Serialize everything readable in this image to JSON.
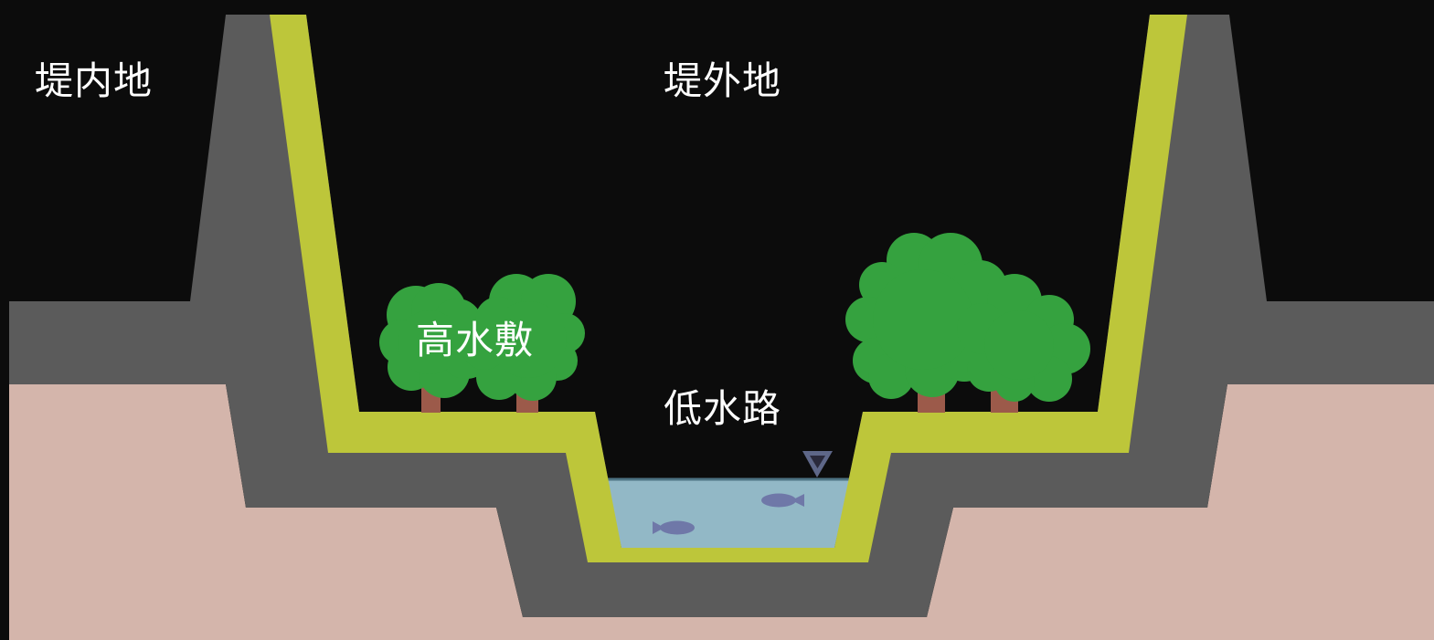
{
  "labels": {
    "inland": "堤内地",
    "riverside": "堤外地",
    "floodplain": "高水敷",
    "low_water_channel": "低水路"
  },
  "colors": {
    "background": "#0c0c0c",
    "soil": "#d4b5ab",
    "levee": "#5b5b5b",
    "grass": "#bdc63a",
    "water": "#92b8c6",
    "water_line": "#4e7484",
    "fish": "#6f78a8",
    "water_marker": "#5e6788",
    "tree_foliage": "#35a23f",
    "tree_trunk": "#9c5a4a",
    "label_text": "#ffffff"
  },
  "icons": [
    "tree-icon",
    "fish-icon",
    "water-level-marker-icon"
  ]
}
